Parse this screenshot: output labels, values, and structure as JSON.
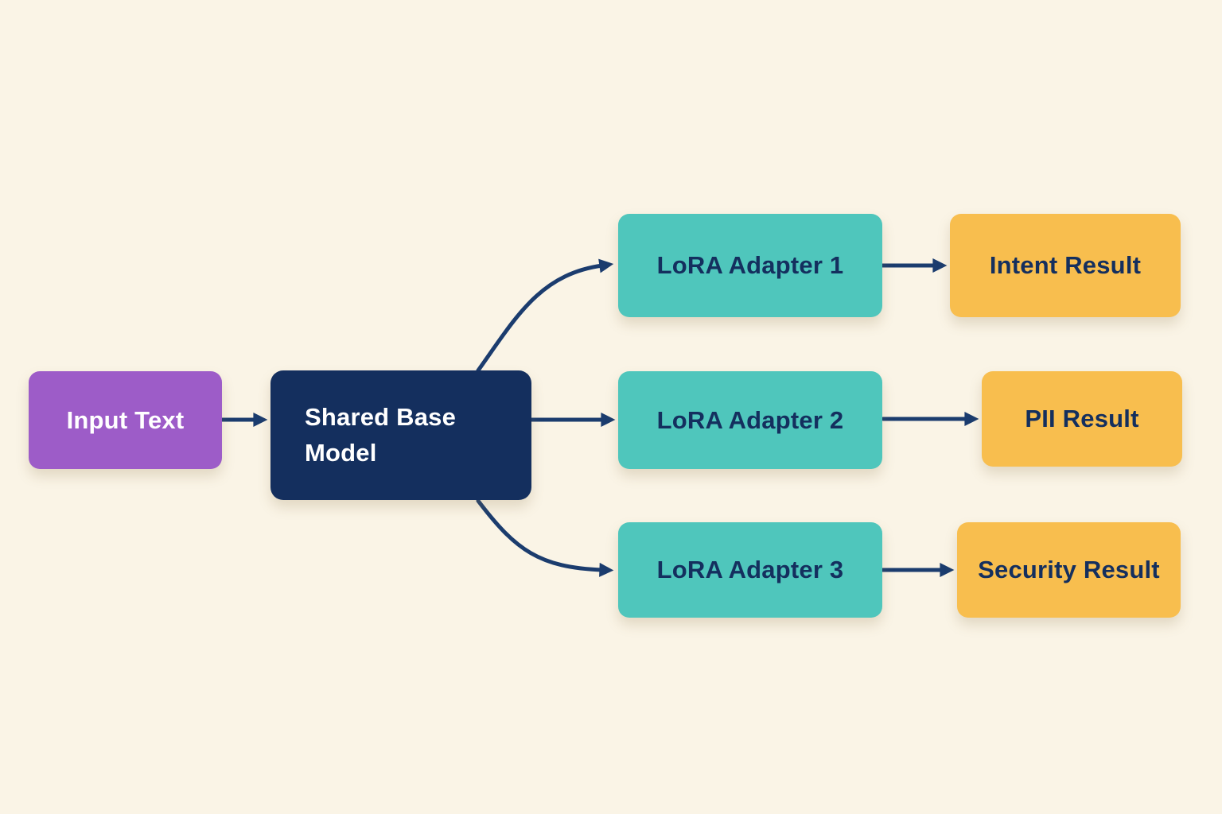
{
  "colors": {
    "background": "#faf4e6",
    "purple": "#9d5cc8",
    "navy": "#142f5e",
    "teal": "#4fc6bc",
    "amber": "#f8be4e",
    "arrow": "#1b3c6e",
    "text-light": "#ffffff",
    "text-dark": "#142f5e"
  },
  "diagram": {
    "nodes": {
      "input": {
        "label": "Input Text"
      },
      "base": {
        "label": "Shared Base Model"
      },
      "adapter1": {
        "label": "LoRA Adapter 1"
      },
      "adapter2": {
        "label": "LoRA Adapter 2"
      },
      "adapter3": {
        "label": "LoRA Adapter 3"
      },
      "result1": {
        "label": "Intent Result"
      },
      "result2": {
        "label": "PII Result"
      },
      "result3": {
        "label": "Security Result"
      }
    },
    "edges": [
      {
        "from": "Input Text",
        "to": "Shared Base Model"
      },
      {
        "from": "Shared Base Model",
        "to": "LoRA Adapter 1"
      },
      {
        "from": "Shared Base Model",
        "to": "LoRA Adapter 2"
      },
      {
        "from": "Shared Base Model",
        "to": "LoRA Adapter 3"
      },
      {
        "from": "LoRA Adapter 1",
        "to": "Intent Result"
      },
      {
        "from": "LoRA Adapter 2",
        "to": "PII Result"
      },
      {
        "from": "LoRA Adapter 3",
        "to": "Security Result"
      }
    ]
  }
}
